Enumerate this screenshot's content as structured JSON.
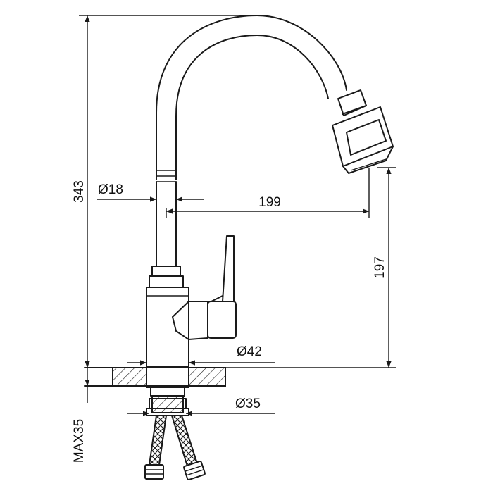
{
  "dimensions": {
    "total_height": "343",
    "spout_reach": "199",
    "spout_height": "197",
    "hose_diameter": "Ø18",
    "body_diameter": "Ø42",
    "shank_diameter": "Ø35",
    "max_thickness": "MAX35"
  },
  "colors": {
    "line": "#1a1a1a",
    "background": "#ffffff"
  }
}
